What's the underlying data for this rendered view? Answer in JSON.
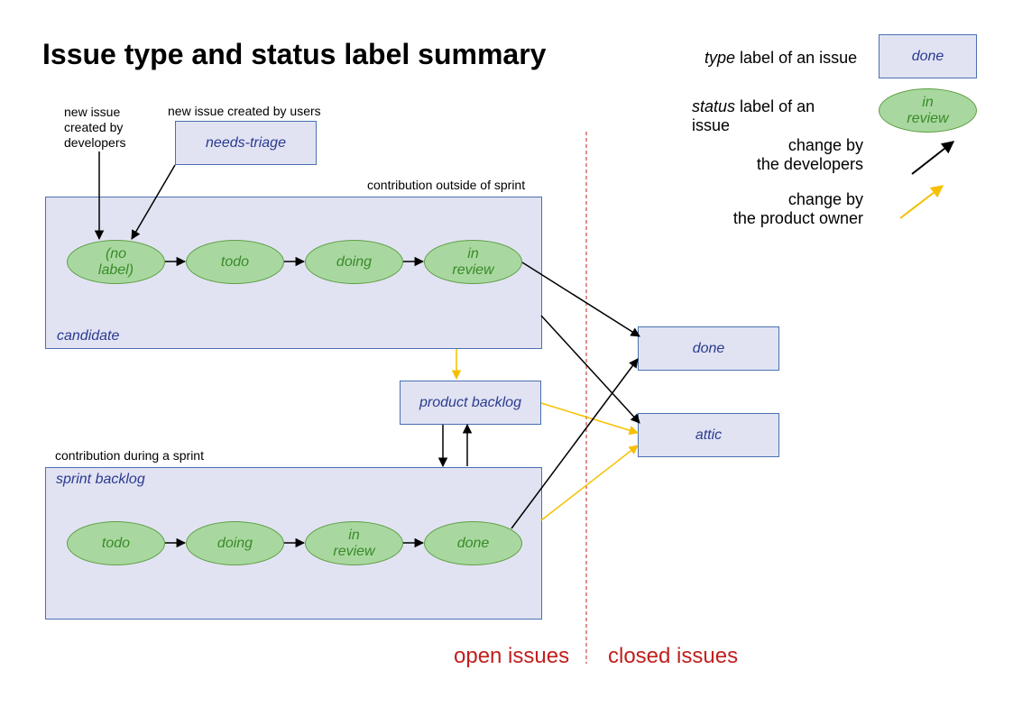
{
  "title": "Issue type and status label summary",
  "notes": {
    "new_by_developers": [
      "new issue",
      "created by",
      "developers"
    ],
    "new_by_users": "new issue created by users",
    "outside_sprint": "contribution outside of sprint",
    "during_sprint": "contribution during a sprint"
  },
  "legend": {
    "type_label_italic": "type",
    "type_label_rest": " label of an issue",
    "type_example": "done",
    "status_label_italic": "status",
    "status_label_rest": " label of an issue",
    "status_example": "in review",
    "dev_change": [
      "change by",
      "the developers"
    ],
    "po_change": [
      "change by",
      "the product owner"
    ]
  },
  "types": {
    "needs_triage": "needs-triage",
    "candidate": "candidate",
    "product_backlog": "product backlog",
    "sprint_backlog": "sprint backlog",
    "done": "done",
    "attic": "attic"
  },
  "candidate_statuses": [
    "(no label)",
    "todo",
    "doing",
    "in review"
  ],
  "sprint_statuses": [
    "todo",
    "doing",
    "in review",
    "done"
  ],
  "regions": {
    "open": "open issues",
    "closed": "closed issues"
  },
  "colors": {
    "developer_arrow": "#000000",
    "product_owner_arrow": "#f5c000",
    "region_divider": "#c0201e"
  }
}
